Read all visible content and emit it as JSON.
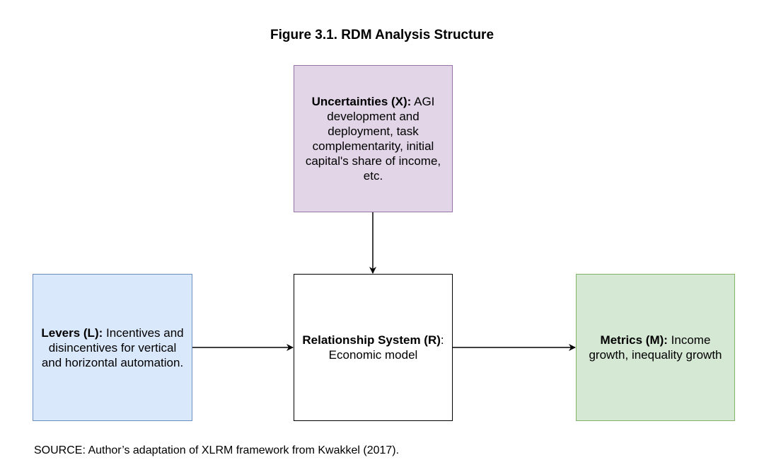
{
  "figure": {
    "title": "Figure 3.1. RDM Analysis Structure",
    "source_note": "SOURCE: Author’s adaptation of XLRM framework from Kwakkel (2017)."
  },
  "nodes": {
    "uncertainties": {
      "label": "Uncertainties (X):",
      "description": " AGI development and deployment, task complementarity, initial capital's share of income, etc.",
      "fill": "#e1d5e7",
      "stroke": "#9673a6"
    },
    "levers": {
      "label": "Levers (L):",
      "description": " Incentives and disincentives for vertical and horizontal automation.",
      "fill": "#dae8fc",
      "stroke": "#6c8ebf"
    },
    "relationship_system": {
      "label": "Relationship System (R)",
      "description": ": Economic model",
      "fill": "#ffffff",
      "stroke": "#000000"
    },
    "metrics": {
      "label": "Metrics (M):",
      "description": " Income growth, inequality growth",
      "fill": "#d5e8d4",
      "stroke": "#82b366"
    }
  },
  "edges": [
    {
      "from": "uncertainties",
      "to": "relationship_system"
    },
    {
      "from": "levers",
      "to": "relationship_system"
    },
    {
      "from": "relationship_system",
      "to": "metrics"
    }
  ]
}
